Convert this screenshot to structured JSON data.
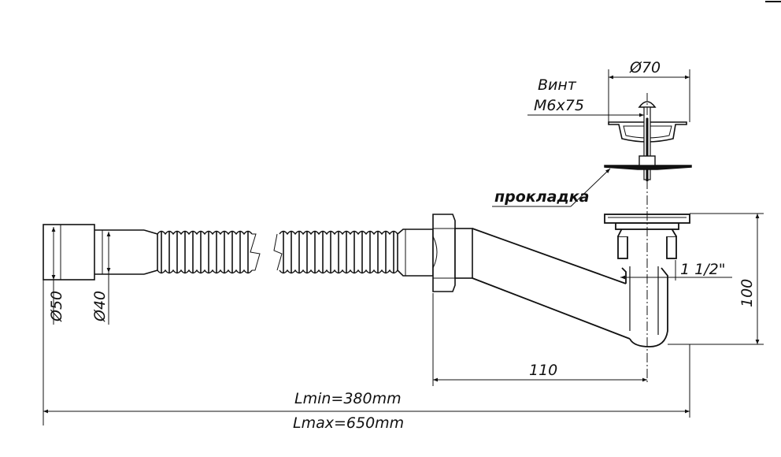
{
  "labels": {
    "screw_title": "Винт",
    "screw_size": "M6x75",
    "grate_diameter": "Ø70",
    "gasket": "прокладка",
    "thread": "1 1/2\"",
    "height": "100",
    "offset": "110",
    "outer_diameter": "Ø50",
    "inner_diameter": "Ø40",
    "length_min": "Lmin=380mm",
    "length_max": "Lmax=650mm"
  }
}
